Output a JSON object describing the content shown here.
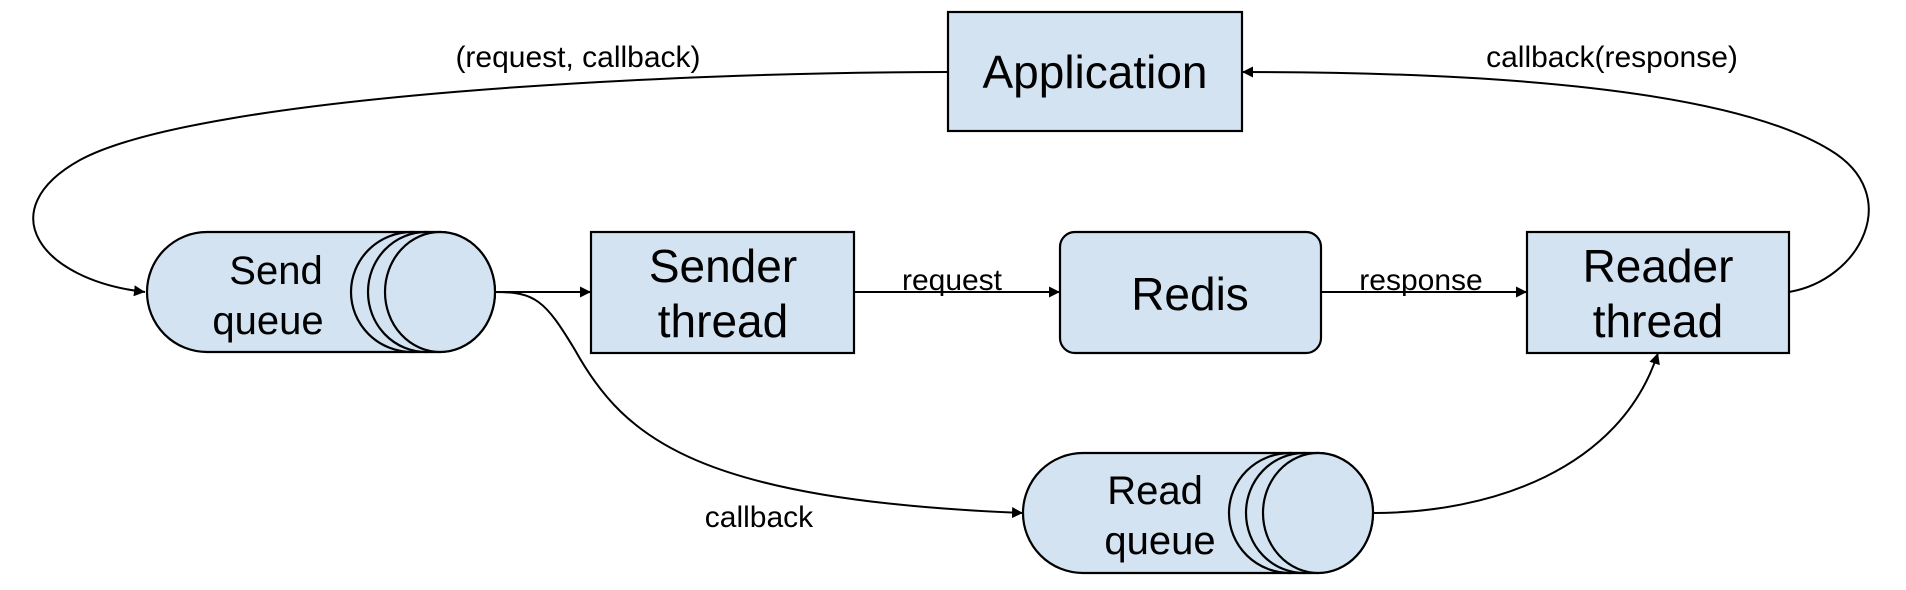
{
  "colors": {
    "node_fill": "#d3e3f1",
    "stroke": "#000000",
    "background": "#ffffff"
  },
  "nodes": {
    "application": {
      "label": "Application"
    },
    "send_queue": {
      "line1": "Send",
      "line2": "queue"
    },
    "sender_thread": {
      "line1": "Sender",
      "line2": "thread"
    },
    "redis": {
      "label": "Redis"
    },
    "reader_thread": {
      "line1": "Reader",
      "line2": "thread"
    },
    "read_queue": {
      "line1": "Read",
      "line2": "queue"
    }
  },
  "edges": {
    "app_to_send_queue": {
      "label": "(request, callback)"
    },
    "send_queue_to_sender": {
      "label": ""
    },
    "sender_to_redis": {
      "label": "request"
    },
    "redis_to_reader": {
      "label": "response"
    },
    "reader_to_app": {
      "label": "callback(response)"
    },
    "send_queue_to_read_queue": {
      "label": "callback"
    },
    "read_queue_to_reader": {
      "label": ""
    }
  }
}
